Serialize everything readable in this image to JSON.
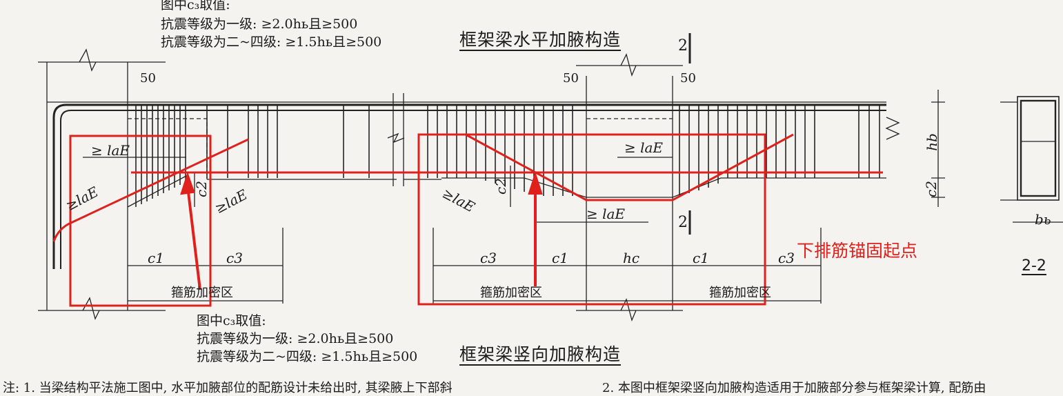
{
  "top_note": {
    "heading": "图中c₃取值:",
    "line1": "抗震等级为一级: ≥2.0hь且≥500",
    "line2": "抗震等级为二~四级: ≥1.5hь且≥500"
  },
  "bottom_note": {
    "heading": "图中c₃取值:",
    "line1": "抗震等级为一级: ≥2.0hь且≥500",
    "line2": "抗震等级为二~四级: ≥1.5hь且≥500"
  },
  "titles": {
    "horizontal": "框架梁水平加腋构造",
    "vertical": "框架梁竖向加腋构造"
  },
  "section": {
    "mark_top": "2",
    "mark_bottom": "2",
    "label": "2-2",
    "hb": "hb",
    "c2": "c2",
    "bb": "bь"
  },
  "dims": {
    "d50_left": "50",
    "d50_mid": "50",
    "d50_right": "50",
    "lae_1": "≥ laE",
    "lae_2": "≥laE",
    "lae_3": "≥laE",
    "lae_4": "≥laE",
    "lae_5": "≥ laE",
    "lae_6": "≥ laE",
    "c1_left": "c1",
    "c3_left": "c3",
    "c2_left": "c2",
    "c2_mid": "c2",
    "c3_mid": "c3",
    "c1_mid": "c1",
    "hc": "hc",
    "c1_right": "c1",
    "c3_right": "c3",
    "zone_left": "箍筋加密区",
    "zone_mid": "箍筋加密区",
    "zone_right": "箍筋加密区"
  },
  "annotation": {
    "label": "下排筋锚固起点",
    "color": "#e0201c"
  },
  "footer": {
    "note1": "注: 1. 当梁结构平法施工图中, 水平加腋部位的配筋设计未给出时, 其梁腋上下部斜",
    "note2": "2. 本图中框架梁竖向加腋构造适用于加腋部分参与框架梁计算, 配筋由"
  }
}
